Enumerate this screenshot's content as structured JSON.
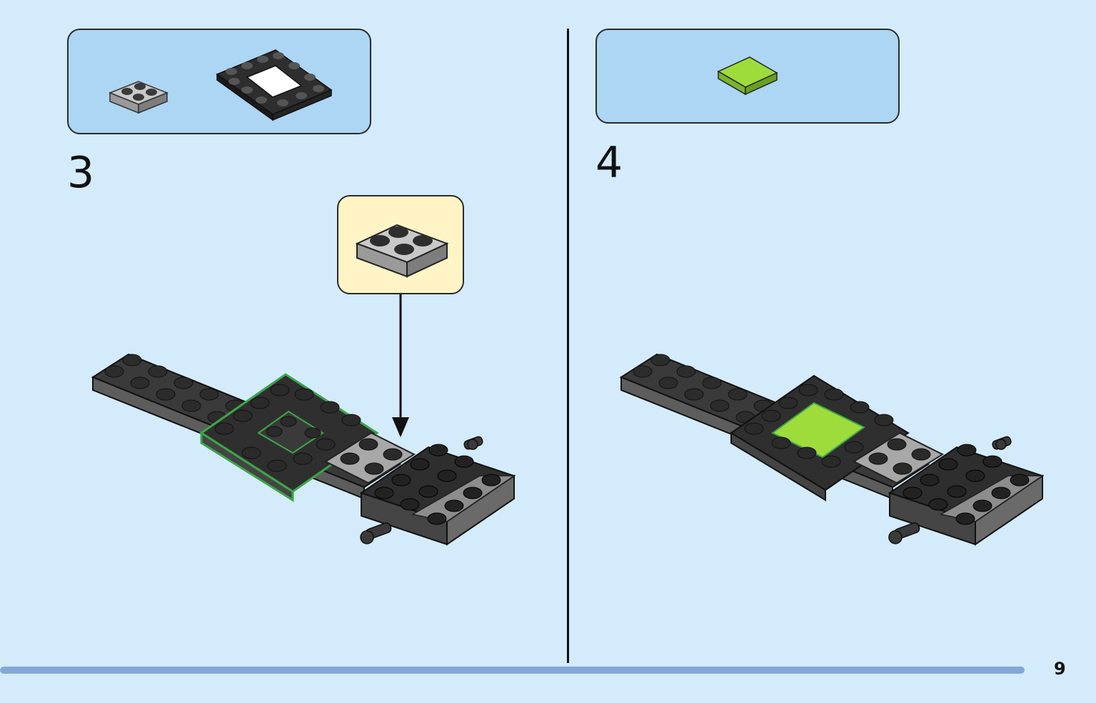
{
  "steps": [
    {
      "number": "3"
    },
    {
      "number": "4"
    }
  ],
  "page_number": "9",
  "progress": 1.0,
  "colors": {
    "background": "#d4ebfb",
    "parts_box": "#add5f4",
    "callout": "#fff4c6",
    "highlight": "#3ca64a",
    "lime_tile": "#9edc3c",
    "progress_bar": "#83a7d9"
  },
  "icons": {
    "plate_2x2_grey": "plate-2x2-grey-icon",
    "frame_plate_black": "frame-plate-4x4-black-icon",
    "tile_2x2_lime": "tile-2x2-lime-icon"
  }
}
